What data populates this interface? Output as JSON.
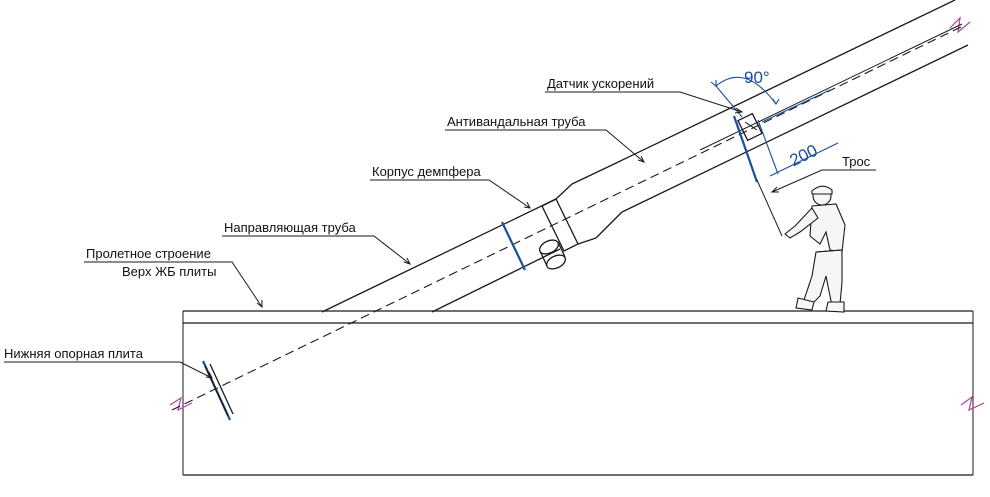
{
  "labels": {
    "accel_sensor": "Датчик ускорений",
    "vandal_pipe": "Антивандальная труба",
    "damper_body": "Корпус демпфера",
    "guide_pipe": "Направляющая труба",
    "span_structure": "Пролетное строение",
    "slab_top": "Верх ЖБ плиты",
    "cable": "Трос",
    "bottom_plate": "Нижняя опорная плита"
  },
  "dimensions": {
    "angle": "90°",
    "offset": "200"
  },
  "colors": {
    "line": "#1a1a1a",
    "dimension": "#1a4f9c",
    "break_mark": "#b0449a"
  }
}
